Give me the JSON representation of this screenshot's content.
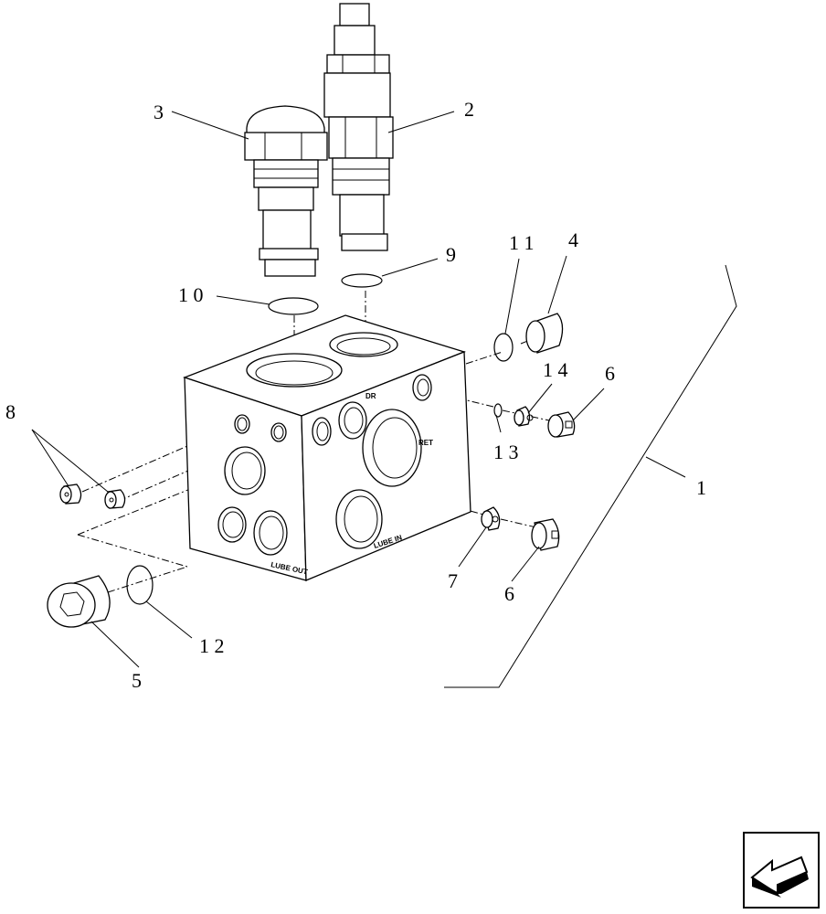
{
  "callouts": {
    "c1": "1",
    "c2": "2",
    "c3": "3",
    "c4": "4",
    "c5": "5",
    "c6a": "6",
    "c6b": "6",
    "c7": "7",
    "c8": "8",
    "c9": "9",
    "c10": "1 0",
    "c11": "1 1",
    "c12": "1 2",
    "c13": "1 3",
    "c14": "1 4"
  },
  "port_labels": {
    "dr": "DR",
    "ret": "RET",
    "lube_in": "LUBE IN",
    "lube_out": "LUBE OUT"
  },
  "nav": {
    "icon": "back-arrow-icon"
  }
}
